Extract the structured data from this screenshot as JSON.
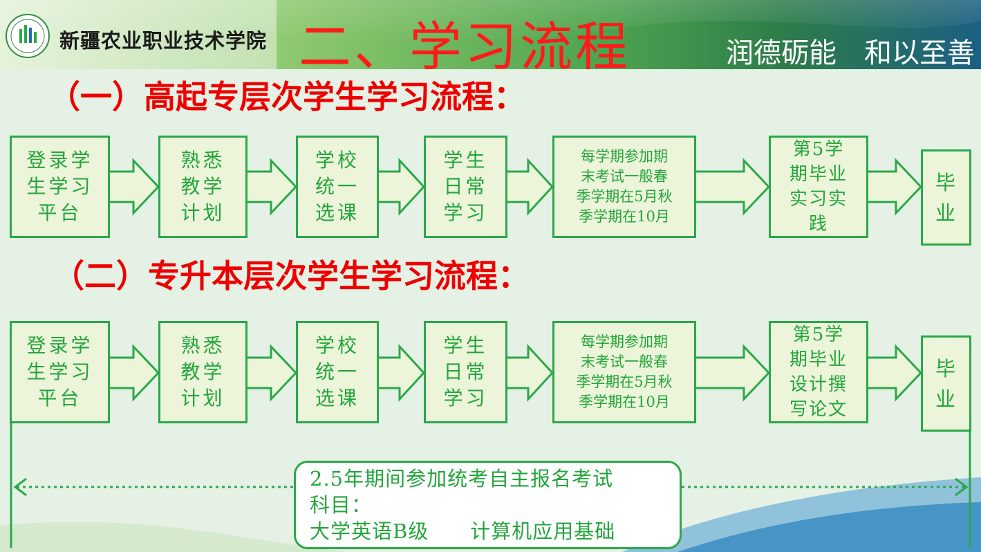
{
  "header": {
    "school_name": "新疆农业职业技术学院",
    "title": "二、学习流程",
    "motto": "润德砺能　和以至善"
  },
  "sections": [
    {
      "title": "（一）高起专层次学生学习流程：",
      "steps": [
        "登录学\n生学习\n平台",
        "熟悉\n教学\n计划",
        "学校\n统一\n选课",
        "学生\n日常\n学习",
        "每学期参加期\n末考试一般春\n季学期在5月秋\n季学期在10月",
        "第5学\n期毕业\n实习实\n践",
        "毕\n业"
      ]
    },
    {
      "title": "（二）专升本层次学生学习流程：",
      "steps": [
        "登录学\n生学习\n平台",
        "熟悉\n教学\n计划",
        "学校\n统一\n选课",
        "学生\n日常\n学习",
        "每学期参加期\n末考试一般春\n季学期在5月秋\n季学期在10月",
        "第5学\n期毕业\n设计撰\n写论文",
        "毕\n业"
      ]
    }
  ],
  "note": {
    "line1": "2.5年期间参加统考自主报名考试",
    "line2": "科目：",
    "line3": "大学英语B级　　计算机应用基础"
  },
  "colors": {
    "accent_green": "#2aa84a",
    "box_fill": "#ecf4d9",
    "title_red": "#ee0000",
    "background": "#e4f1e4"
  }
}
